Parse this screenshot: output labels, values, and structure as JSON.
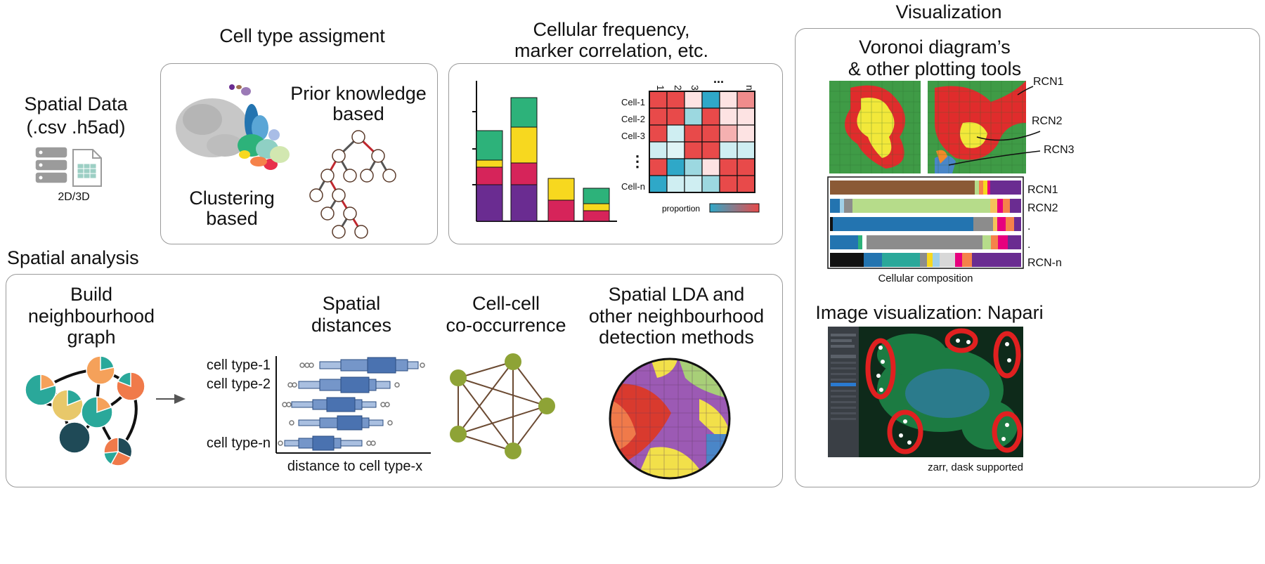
{
  "spatial_data": {
    "title": "Spatial Data",
    "formats": "(.csv .h5ad)",
    "dims": "2D/3D"
  },
  "cell_type": {
    "heading": "Cell type assigment",
    "clustering_line1": "Clustering",
    "clustering_line2": "based",
    "prior_line1": "Prior knowledge",
    "prior_line2": "based"
  },
  "frequency": {
    "heading_line1": "Cellular frequency,",
    "heading_line2": "marker correlation, etc.",
    "col_labels": [
      "1",
      "2",
      "3",
      "...",
      "n"
    ],
    "row_labels": [
      "Cell-1",
      "Cell-2",
      "Cell-3",
      "⋮",
      "Cell-n"
    ],
    "legend_label": "proportion"
  },
  "spatial_analysis": {
    "heading": "Spatial analysis",
    "graph_title": [
      "Build",
      "neighbourhood",
      "graph"
    ],
    "distances_title": [
      "Spatial",
      "distances"
    ],
    "distance_rows": [
      "cell type-1",
      "cell type-2",
      "cell type-n"
    ],
    "distance_xlabel": "distance to cell type-x",
    "cooccurrence_title": [
      "Cell-cell",
      "co-occurrence"
    ],
    "lda_title": [
      "Spatial LDA and",
      "other neighbourhood",
      "detection methods"
    ]
  },
  "visualization": {
    "heading": "Visualization",
    "voronoi_title": [
      "Voronoi diagram’s",
      "& other plotting tools"
    ],
    "rcn_labels": [
      "RCN1",
      "RCN2",
      "RCN3"
    ],
    "composition_rows": [
      "RCN1",
      "RCN2",
      ".",
      ".",
      "RCN-n"
    ],
    "composition_caption": "Cellular composition",
    "napari_title": "Image visualization: Napari",
    "napari_caption": "zarr, dask supported"
  },
  "colors": {
    "purple": "#6a2c91",
    "crimson": "#d6245a",
    "yellow": "#f7d81f",
    "green": "#2db27a",
    "brown": "#8b5a36",
    "blue": "#2374b0",
    "lightgreen": "#b6dc8a",
    "gray": "#8c8c8c",
    "orange": "#f5824a",
    "magenta": "#e6007e",
    "olive": "#8ea336"
  }
}
